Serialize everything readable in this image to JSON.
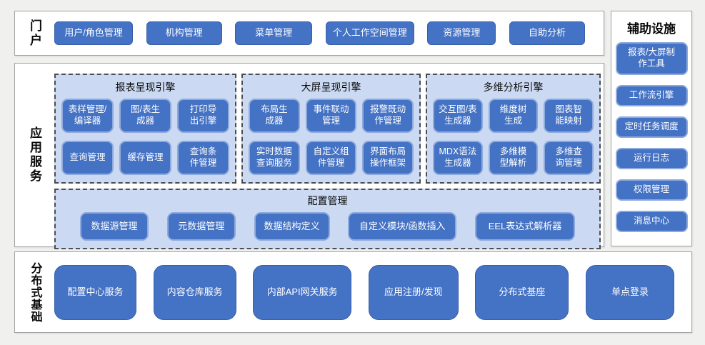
{
  "palette": {
    "page_bg": "#f0f0ee",
    "panel_bg": "#ffffff",
    "panel_border": "#a3a3a3",
    "button_blue": "#4472c4",
    "inner_button_border": "#8faadc",
    "group_bg": "#cbdaf2",
    "group_dashed_border": "#4d4d4d",
    "button_text": "#ffffff",
    "label_text": "#0a0a0a"
  },
  "portal": {
    "label": "门户",
    "buttons": [
      "用户/角色管理",
      "机构管理",
      "菜单管理",
      "个人工作空间管理",
      "资源管理",
      "自助分析"
    ]
  },
  "app_services": {
    "label": "应用服务",
    "engines": [
      {
        "title": "报表呈现引擎",
        "rows": [
          [
            "表样管理/\n编译器",
            "图/表生\n成器",
            "打印导\n出引擎"
          ],
          [
            "查询管理",
            "缓存管理",
            "查询条\n件管理"
          ]
        ]
      },
      {
        "title": "大屏呈现引擎",
        "rows": [
          [
            "布局生\n成器",
            "事件联动\n管理",
            "报警既动\n作管理"
          ],
          [
            "实时数据\n查询服务",
            "自定义组\n件管理",
            "界面布局\n操作框架"
          ]
        ]
      },
      {
        "title": "多维分析引擎",
        "rows": [
          [
            "交互图/表\n生成器",
            "维度树\n生成",
            "图表智\n能映射"
          ],
          [
            "MDX语法\n生成器",
            "多维模\n型解析",
            "多维查\n询管理"
          ]
        ]
      }
    ],
    "config": {
      "title": "配置管理",
      "buttons": [
        "数据源管理",
        "元数据管理",
        "数据结构定义",
        "自定义模块/函数插入",
        "EEL表达式解析器"
      ]
    }
  },
  "auxiliary": {
    "title": "辅助设施",
    "buttons": [
      "报表/大屏制\n作工具",
      "工作流引擎",
      "定时任务调度",
      "运行日志",
      "权限管理",
      "消息中心"
    ]
  },
  "foundation": {
    "label": "分布式基础",
    "buttons": [
      "配置中心服务",
      "内容仓库服务",
      "内部API网关服务",
      "应用注册/发现",
      "分布式基座",
      "单点登录"
    ]
  }
}
